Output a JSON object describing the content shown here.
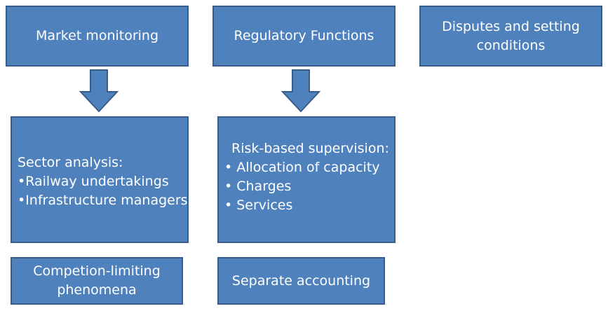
{
  "boxes": {
    "market_monitoring": "Market monitoring",
    "regulatory_functions": "Regulatory Functions",
    "disputes": [
      "Disputes and setting",
      "conditions"
    ],
    "sector_analysis": {
      "heading": "Sector analysis:",
      "items": [
        "•Railway undertakings",
        "•Infrastructure managers"
      ]
    },
    "risk_supervision": {
      "heading": "Risk-based supervision:",
      "items": [
        "• Allocation of capacity",
        "• Charges",
        "• Services"
      ]
    },
    "competition": [
      "Competion-limiting",
      "phenomena"
    ],
    "separate_accounting": "Separate accounting"
  },
  "colors": {
    "box_fill": "#4f81bd",
    "box_border": "#385d8a",
    "text": "#ffffff"
  },
  "icons": [
    "down-arrow-icon"
  ]
}
